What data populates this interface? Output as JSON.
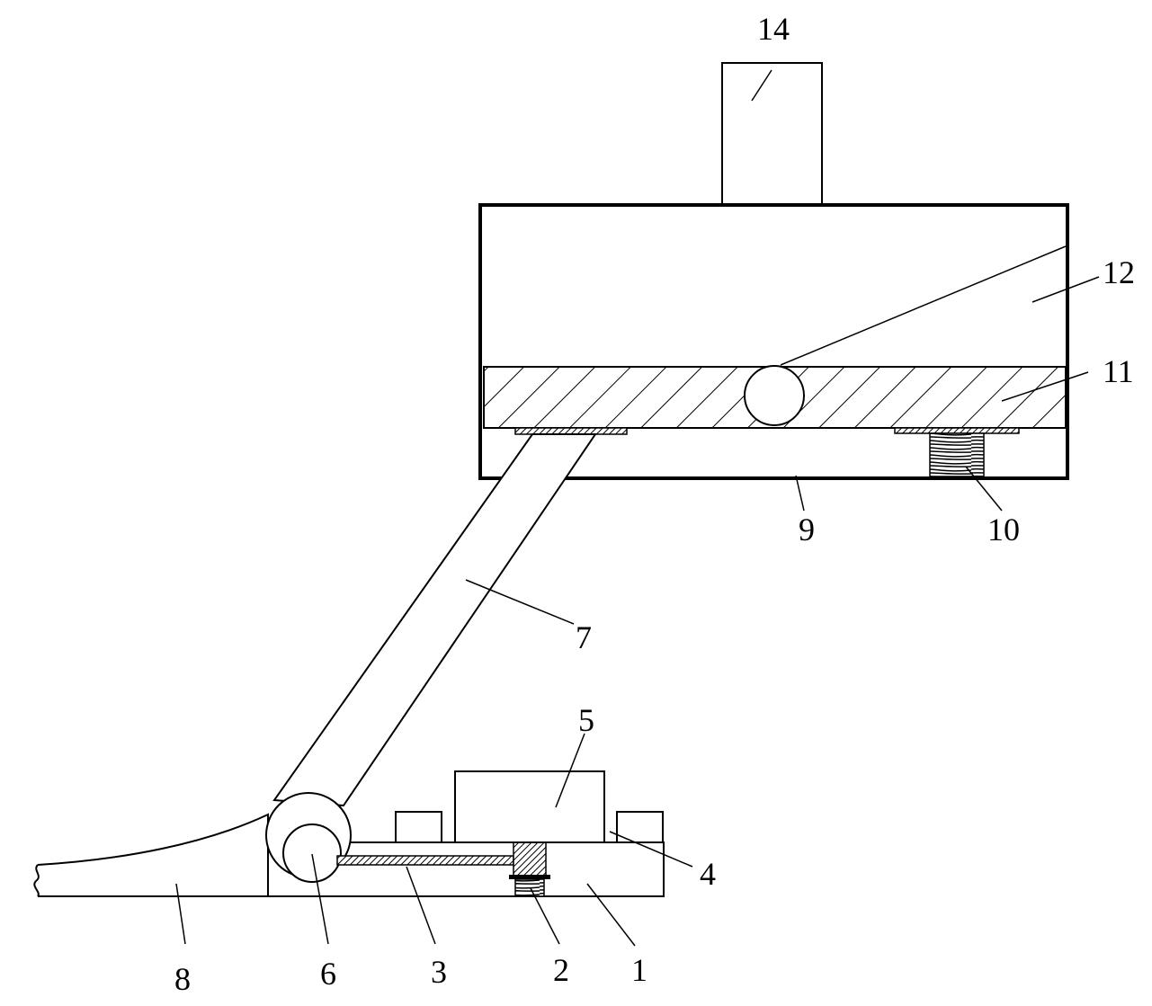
{
  "labels": {
    "l1": "1",
    "l2": "2",
    "l3": "3",
    "l4": "4",
    "l5": "5",
    "l6": "6",
    "l7": "7",
    "l8": "8",
    "l9": "9",
    "l10": "10",
    "l11": "11",
    "l12": "12",
    "l14": "14"
  }
}
